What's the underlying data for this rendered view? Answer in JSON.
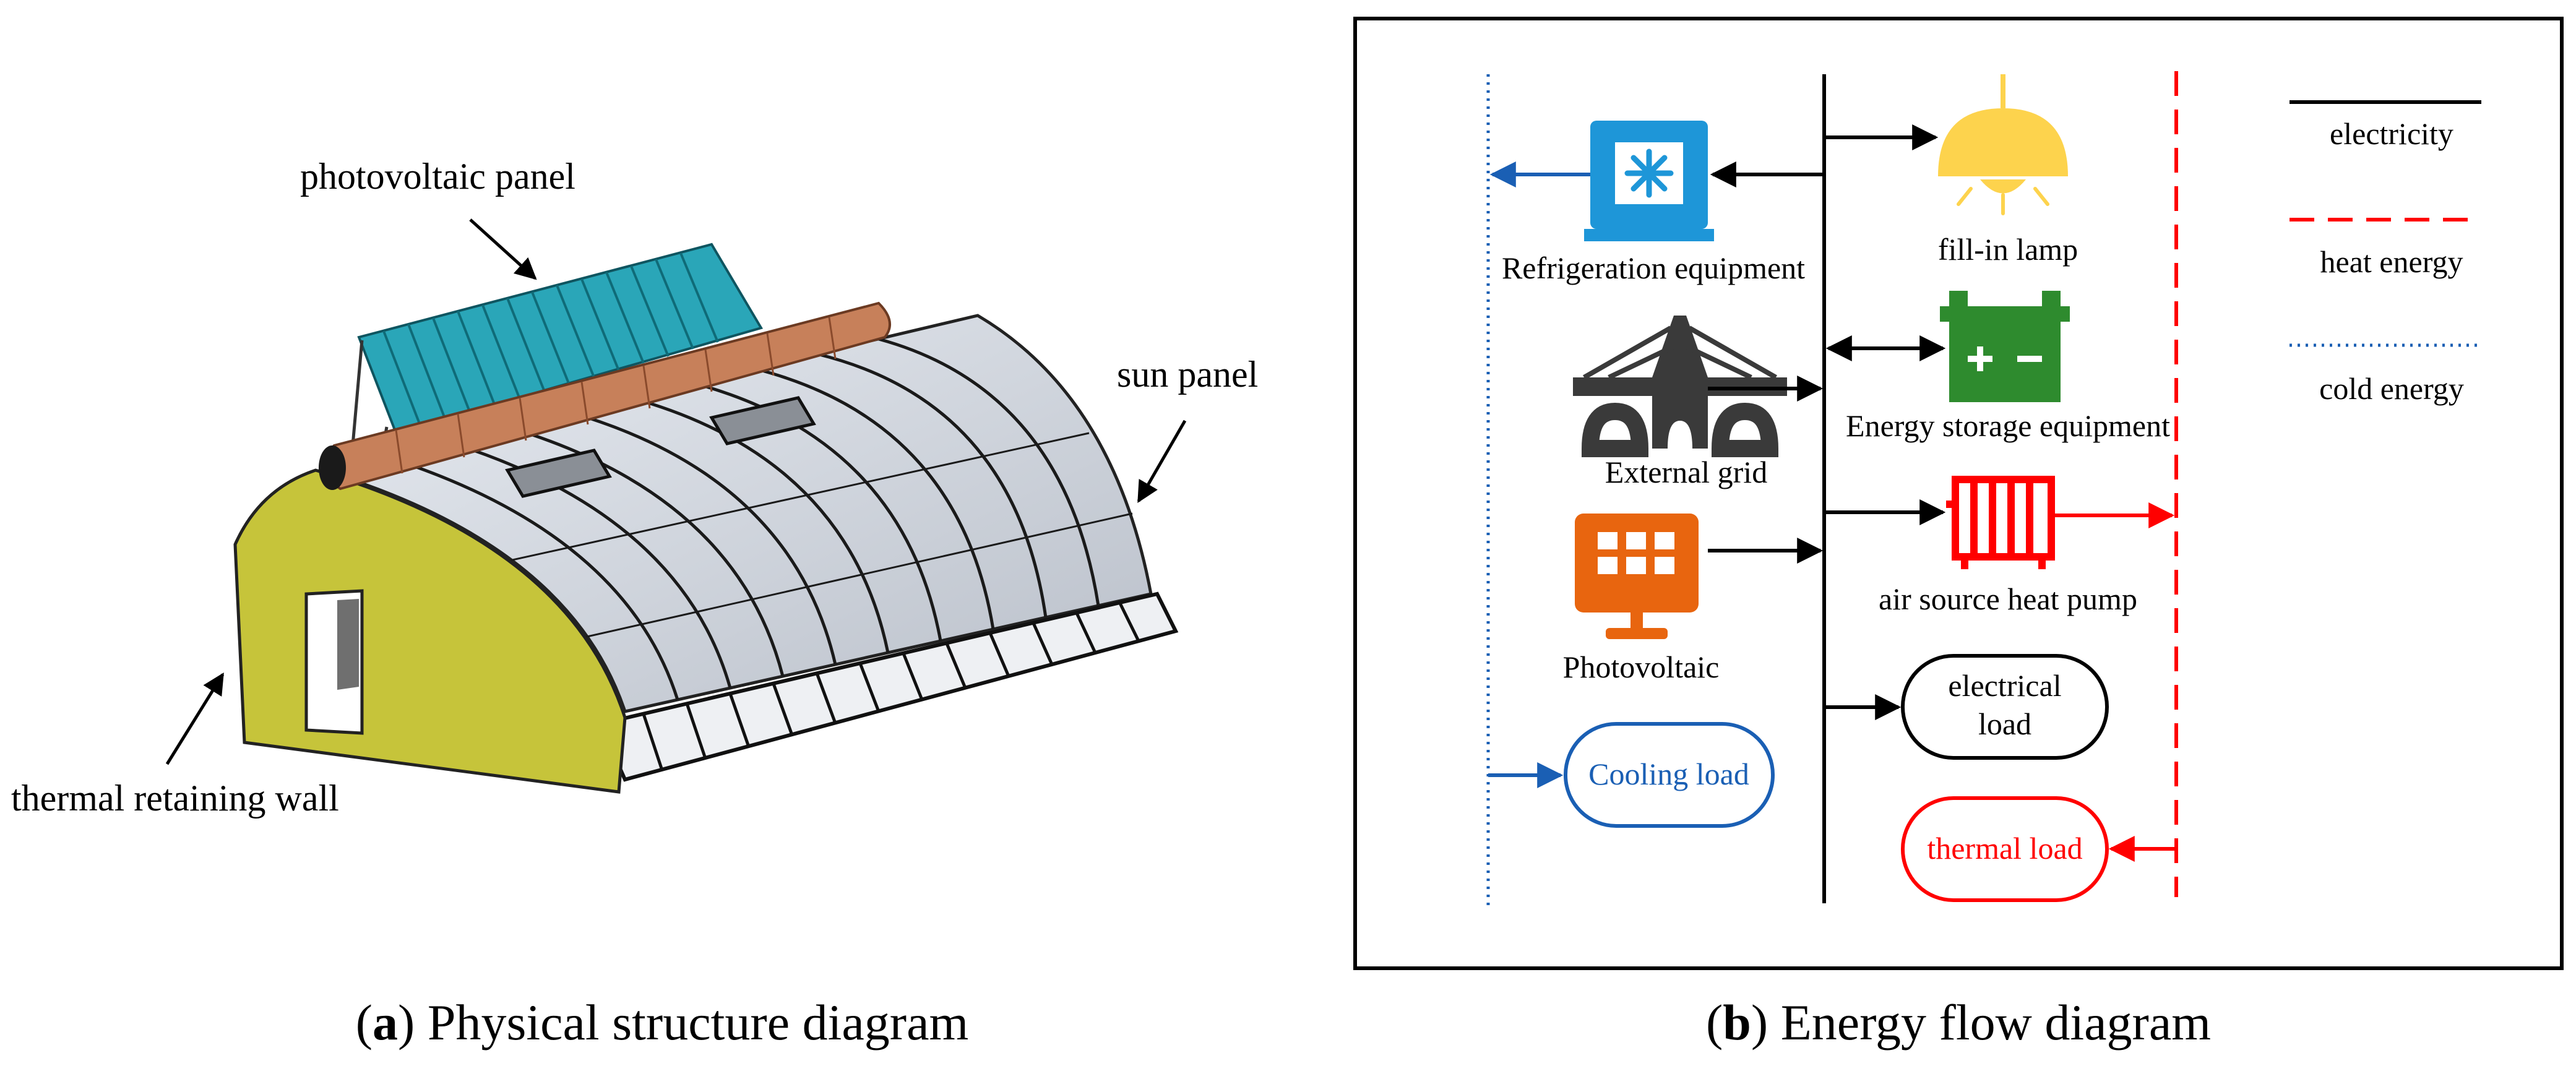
{
  "panel_a": {
    "labels": {
      "photovoltaic_panel": "photovoltaic panel",
      "sun_panel": "sun panel",
      "thermal_wall": "thermal retaining wall"
    },
    "caption_letter": "a",
    "caption_text": " Physical structure diagram"
  },
  "panel_b": {
    "nodes": {
      "refrigeration": "Refrigeration equipment",
      "fill_lamp": "fill-in lamp",
      "external_grid": "External grid",
      "storage": "Energy storage equipment",
      "photovoltaic": "Photovoltaic",
      "heat_pump": "air source heat pump",
      "electrical_load_line1": "electrical",
      "electrical_load_line2": "load",
      "cooling_load": "Cooling load",
      "thermal_load": "thermal load"
    },
    "legend": {
      "electricity": "electricity",
      "heat": "heat energy",
      "cold": "cold energy"
    },
    "caption_letter": "b",
    "caption_text": " Energy flow diagram"
  },
  "colors": {
    "electricity": "#000000",
    "heat": "#ff0000",
    "cold": "#1a5fb4",
    "refrigeration_icon": "#1e96d8",
    "lamp_icon": "#fdd34d",
    "storage_icon": "#2e8b2e",
    "grid_icon": "#3a3a3a",
    "pv_icon": "#e8650f",
    "wall": "#c6c43a",
    "pv_panel": "#2aa6b8",
    "roll": "#c7805a"
  }
}
